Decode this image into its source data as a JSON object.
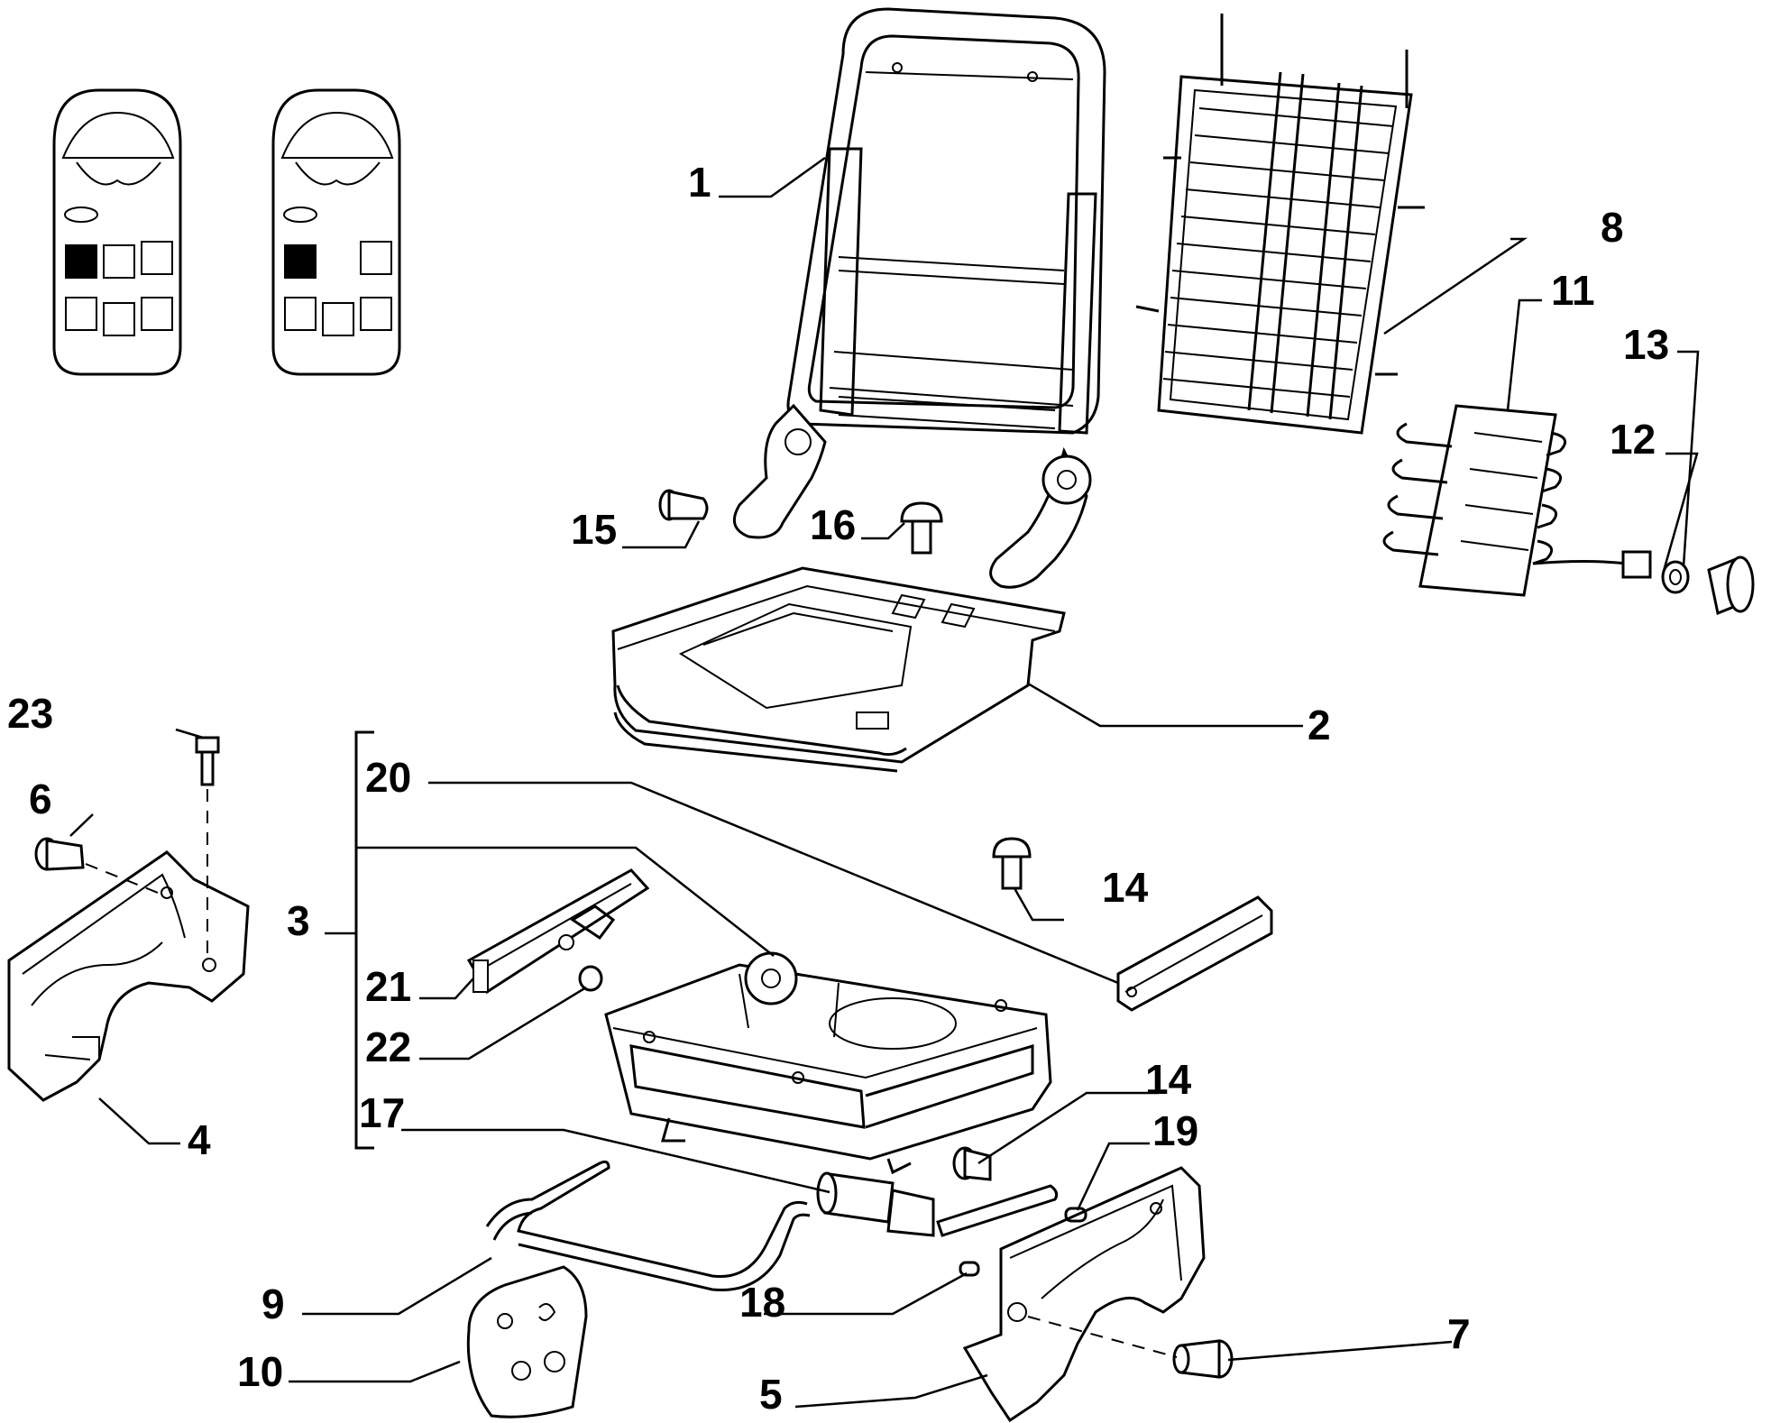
{
  "diagram": {
    "labels": {
      "p1": "1",
      "p2": "2",
      "p3": "3",
      "p4": "4",
      "p5": "5",
      "p6": "6",
      "p7": "7",
      "p8": "8",
      "p9": "9",
      "p10": "10",
      "p11": "11",
      "p12": "12",
      "p13": "13",
      "p14a": "14",
      "p14b": "14",
      "p15": "15",
      "p16": "16",
      "p17": "17",
      "p18": "18",
      "p19": "19",
      "p20": "20",
      "p21": "21",
      "p22": "22",
      "p23": "23"
    },
    "colors": {
      "ink": "#000000",
      "paper": "#ffffff"
    }
  }
}
